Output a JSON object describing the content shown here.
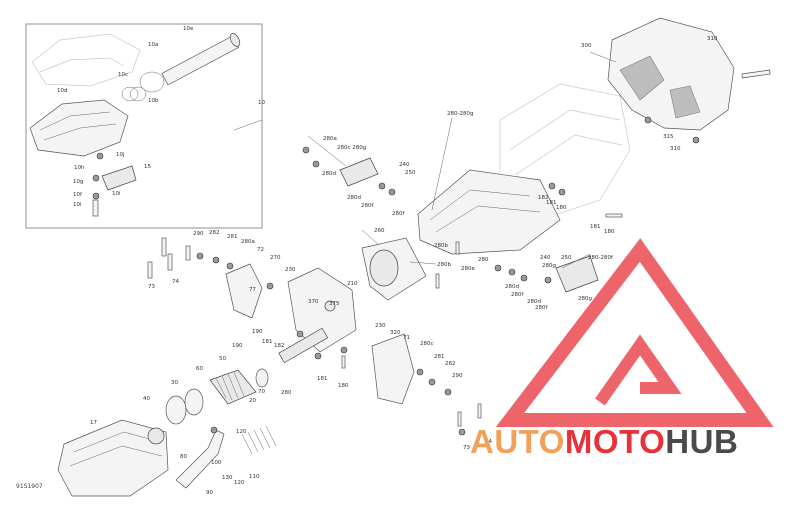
{
  "diagram": {
    "reference_code": "91S1907",
    "labels": [
      {
        "id": "l1",
        "text": "10e"
      },
      {
        "id": "l2",
        "text": "10a"
      },
      {
        "id": "l3",
        "text": "10d"
      },
      {
        "id": "l4",
        "text": "10b"
      },
      {
        "id": "l5",
        "text": "10c"
      },
      {
        "id": "l6",
        "text": "10"
      },
      {
        "id": "l7",
        "text": "10j"
      },
      {
        "id": "l8",
        "text": "15"
      },
      {
        "id": "l9",
        "text": "10h"
      },
      {
        "id": "l10",
        "text": "10g"
      },
      {
        "id": "l11",
        "text": "10f"
      },
      {
        "id": "l12",
        "text": "10i"
      },
      {
        "id": "l13",
        "text": "10i"
      },
      {
        "id": "l14",
        "text": "300"
      },
      {
        "id": "l15",
        "text": "310"
      },
      {
        "id": "l16",
        "text": "315"
      },
      {
        "id": "l17",
        "text": "310"
      },
      {
        "id": "l18",
        "text": "280-280g"
      },
      {
        "id": "l19",
        "text": "280a"
      },
      {
        "id": "l20",
        "text": "280c 280g"
      },
      {
        "id": "l21",
        "text": "240"
      },
      {
        "id": "l22",
        "text": "250"
      },
      {
        "id": "l23",
        "text": "280d"
      },
      {
        "id": "l24",
        "text": "280d"
      },
      {
        "id": "l25",
        "text": "280f"
      },
      {
        "id": "l26",
        "text": "280f"
      },
      {
        "id": "l27",
        "text": "182"
      },
      {
        "id": "l28",
        "text": "181"
      },
      {
        "id": "l29",
        "text": "180"
      },
      {
        "id": "l30",
        "text": "181"
      },
      {
        "id": "l31",
        "text": "180"
      },
      {
        "id": "l32",
        "text": "260"
      },
      {
        "id": "l33",
        "text": "290"
      },
      {
        "id": "l34",
        "text": "282"
      },
      {
        "id": "l35",
        "text": "281"
      },
      {
        "id": "l36",
        "text": "280a"
      },
      {
        "id": "l37",
        "text": "72"
      },
      {
        "id": "l38",
        "text": "270"
      },
      {
        "id": "l39",
        "text": "230"
      },
      {
        "id": "l40",
        "text": "73"
      },
      {
        "id": "l41",
        "text": "74"
      },
      {
        "id": "l42",
        "text": "280b"
      },
      {
        "id": "l43",
        "text": "280b"
      },
      {
        "id": "l44",
        "text": "280e"
      },
      {
        "id": "l45",
        "text": "280"
      },
      {
        "id": "l46",
        "text": "240"
      },
      {
        "id": "l47",
        "text": "250"
      },
      {
        "id": "l48",
        "text": "280-280f"
      },
      {
        "id": "l49",
        "text": "280g"
      },
      {
        "id": "l50",
        "text": "280d"
      },
      {
        "id": "l51",
        "text": "280f"
      },
      {
        "id": "l52",
        "text": "280g"
      },
      {
        "id": "l53",
        "text": "280d"
      },
      {
        "id": "l54",
        "text": "280f"
      },
      {
        "id": "l55",
        "text": "210"
      },
      {
        "id": "l56",
        "text": "370"
      },
      {
        "id": "l57",
        "text": "375"
      },
      {
        "id": "l58",
        "text": "77"
      },
      {
        "id": "l59",
        "text": "190"
      },
      {
        "id": "l60",
        "text": "181"
      },
      {
        "id": "l61",
        "text": "182"
      },
      {
        "id": "l62",
        "text": "230"
      },
      {
        "id": "l63",
        "text": "320"
      },
      {
        "id": "l64",
        "text": "71"
      },
      {
        "id": "l65",
        "text": "190"
      },
      {
        "id": "l66",
        "text": "280c"
      },
      {
        "id": "l67",
        "text": "281"
      },
      {
        "id": "l68",
        "text": "282"
      },
      {
        "id": "l69",
        "text": "290"
      },
      {
        "id": "l70",
        "text": "181"
      },
      {
        "id": "l71",
        "text": "180"
      },
      {
        "id": "l72",
        "text": "60"
      },
      {
        "id": "l73",
        "text": "50"
      },
      {
        "id": "l74",
        "text": "30"
      },
      {
        "id": "l75",
        "text": "40"
      },
      {
        "id": "l76",
        "text": "20"
      },
      {
        "id": "l77",
        "text": "70"
      },
      {
        "id": "l78",
        "text": "280"
      },
      {
        "id": "l79",
        "text": "17"
      },
      {
        "id": "l80",
        "text": "120"
      },
      {
        "id": "l81",
        "text": "80"
      },
      {
        "id": "l82",
        "text": "100"
      },
      {
        "id": "l83",
        "text": "130"
      },
      {
        "id": "l84",
        "text": "120"
      },
      {
        "id": "l85",
        "text": "110"
      },
      {
        "id": "l86",
        "text": "90"
      },
      {
        "id": "l87",
        "text": "73"
      },
      {
        "id": "l88",
        "text": "74"
      }
    ]
  },
  "watermark": {
    "part_a": "AUTO",
    "part_b": "MOTO",
    "part_c": "HUB",
    "colors": {
      "auto": "#f1a15a",
      "moto": "#e8323a",
      "hub": "#4a4a4a",
      "logo": "#e8323a"
    }
  }
}
